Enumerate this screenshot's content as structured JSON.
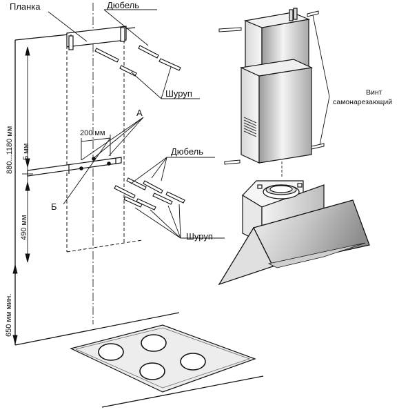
{
  "labels": {
    "planka": "Планка",
    "dubel_top": "Дюбель",
    "shurup_top": "Шуруп",
    "a": "А",
    "b": "Б",
    "dubel_mid": "Дюбель",
    "shurup_mid": "Шуруп",
    "vint_line1": "Винт",
    "vint_line2": "самонарезающий"
  },
  "dimensions": {
    "d880_1180": "880...1180 мм",
    "d5": "5 мм",
    "d200": "200 мм",
    "d490": "490 мм",
    "d650": "650 мм мин."
  },
  "colors": {
    "line": "#111111",
    "steel_light": "#e6e6e6",
    "steel_mid": "#bdbdbd",
    "steel_dark": "#8a8a8a"
  }
}
